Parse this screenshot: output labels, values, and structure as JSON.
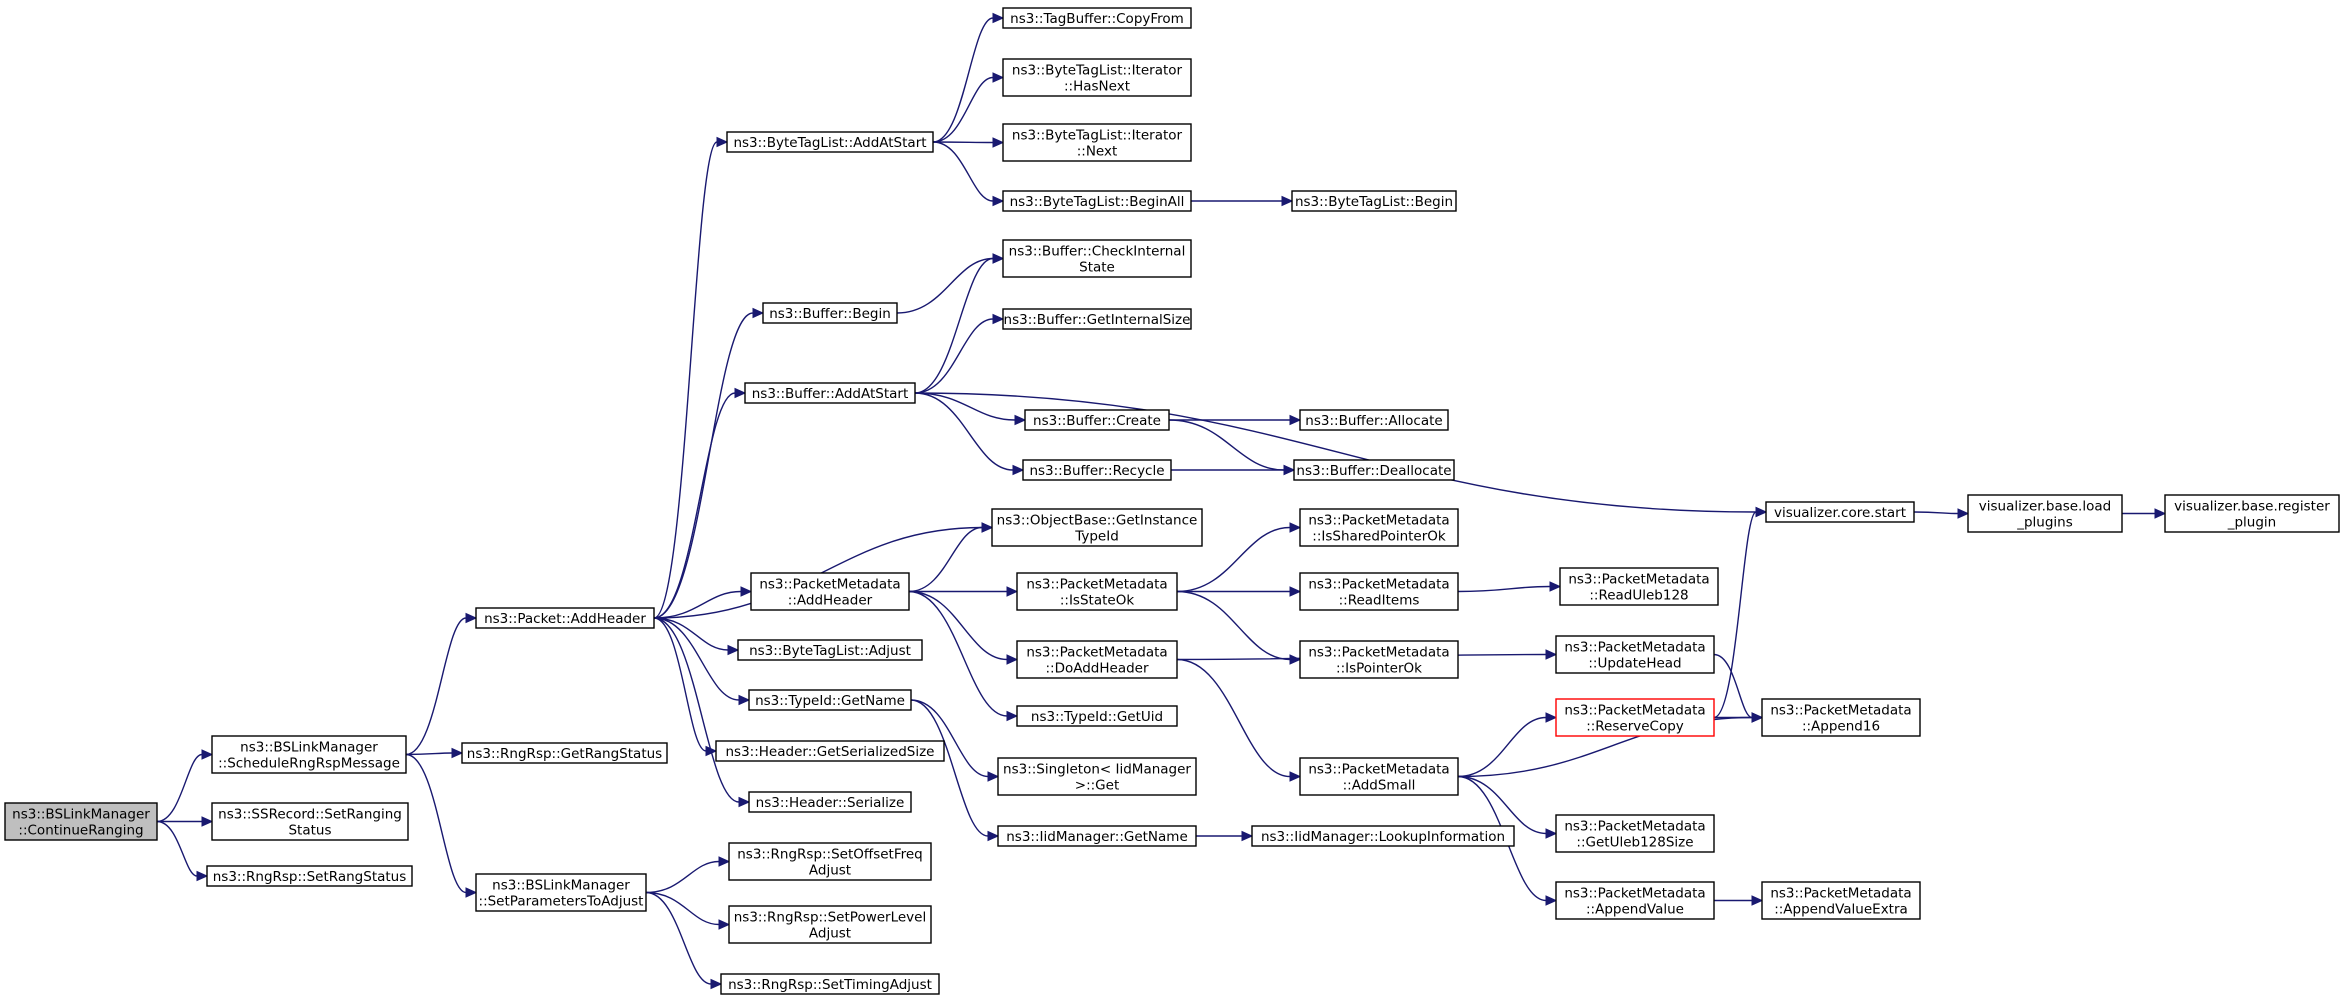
{
  "colors": {
    "edge": "#191970",
    "root_fill": "#bfbfbf",
    "node_border": "#000000",
    "highlight_border": "#ff0000"
  },
  "nodes": [
    {
      "id": "n0",
      "lines": [
        "ns3::BSLinkManager",
        "::ContinueRanging"
      ],
      "style": "root"
    },
    {
      "id": "n1",
      "lines": [
        "ns3::BSLinkManager",
        "::ScheduleRngRspMessage"
      ]
    },
    {
      "id": "n2",
      "lines": [
        "ns3::SSRecord::SetRanging",
        "Status"
      ]
    },
    {
      "id": "n3",
      "lines": [
        "ns3::RngRsp::SetRangStatus"
      ]
    },
    {
      "id": "n4",
      "lines": [
        "ns3::Packet::AddHeader"
      ]
    },
    {
      "id": "n5",
      "lines": [
        "ns3::RngRsp::GetRangStatus"
      ]
    },
    {
      "id": "n6",
      "lines": [
        "ns3::BSLinkManager",
        "::SetParametersToAdjust"
      ]
    },
    {
      "id": "n7",
      "lines": [
        "ns3::ByteTagList::AddAtStart"
      ]
    },
    {
      "id": "n8",
      "lines": [
        "ns3::Buffer::Begin"
      ]
    },
    {
      "id": "n9",
      "lines": [
        "ns3::Buffer::AddAtStart"
      ]
    },
    {
      "id": "n10",
      "lines": [
        "ns3::PacketMetadata",
        "::AddHeader"
      ]
    },
    {
      "id": "n11",
      "lines": [
        "ns3::ByteTagList::Adjust"
      ]
    },
    {
      "id": "n12",
      "lines": [
        "ns3::TypeId::GetName"
      ]
    },
    {
      "id": "n13",
      "lines": [
        "ns3::Header::GetSerializedSize"
      ]
    },
    {
      "id": "n14",
      "lines": [
        "ns3::Header::Serialize"
      ]
    },
    {
      "id": "n15",
      "lines": [
        "ns3::ObjectBase::GetInstance",
        "TypeId"
      ]
    },
    {
      "id": "n16",
      "lines": [
        "ns3::RngRsp::SetOffsetFreq",
        "Adjust"
      ]
    },
    {
      "id": "n17",
      "lines": [
        "ns3::RngRsp::SetPowerLevel",
        "Adjust"
      ]
    },
    {
      "id": "n18",
      "lines": [
        "ns3::RngRsp::SetTimingAdjust"
      ]
    },
    {
      "id": "n19",
      "lines": [
        "ns3::TagBuffer::CopyFrom"
      ]
    },
    {
      "id": "n20",
      "lines": [
        "ns3::ByteTagList::Iterator",
        "::HasNext"
      ]
    },
    {
      "id": "n21",
      "lines": [
        "ns3::ByteTagList::Iterator",
        "::Next"
      ]
    },
    {
      "id": "n22",
      "lines": [
        "ns3::ByteTagList::BeginAll"
      ]
    },
    {
      "id": "n23",
      "lines": [
        "ns3::Buffer::CheckInternal",
        "State"
      ]
    },
    {
      "id": "n24",
      "lines": [
        "ns3::Buffer::GetInternalSize"
      ]
    },
    {
      "id": "n25",
      "lines": [
        "ns3::Buffer::Create"
      ]
    },
    {
      "id": "n26",
      "lines": [
        "ns3::Buffer::Recycle"
      ]
    },
    {
      "id": "n27",
      "lines": [
        "visualizer.core.start"
      ]
    },
    {
      "id": "n28",
      "lines": [
        "ns3::PacketMetadata",
        "::IsStateOk"
      ]
    },
    {
      "id": "n29",
      "lines": [
        "ns3::PacketMetadata",
        "::DoAddHeader"
      ]
    },
    {
      "id": "n30",
      "lines": [
        "ns3::TypeId::GetUid"
      ]
    },
    {
      "id": "n31",
      "lines": [
        "ns3::Singleton< IidManager",
        ">::Get"
      ]
    },
    {
      "id": "n32",
      "lines": [
        "ns3::IidManager::GetName"
      ]
    },
    {
      "id": "n33",
      "lines": [
        "ns3::ByteTagList::Begin"
      ]
    },
    {
      "id": "n34",
      "lines": [
        "ns3::Buffer::Allocate"
      ]
    },
    {
      "id": "n35",
      "lines": [
        "ns3::Buffer::Deallocate"
      ]
    },
    {
      "id": "n36",
      "lines": [
        "visualizer.base.load",
        "_plugins"
      ]
    },
    {
      "id": "n37",
      "lines": [
        "visualizer.base.register",
        "_plugin"
      ]
    },
    {
      "id": "n38",
      "lines": [
        "ns3::PacketMetadata",
        "::IsSharedPointerOk"
      ]
    },
    {
      "id": "n39",
      "lines": [
        "ns3::PacketMetadata",
        "::ReadItems"
      ]
    },
    {
      "id": "n40",
      "lines": [
        "ns3::PacketMetadata",
        "::IsPointerOk"
      ]
    },
    {
      "id": "n41",
      "lines": [
        "ns3::PacketMetadata",
        "::ReadUleb128"
      ]
    },
    {
      "id": "n42",
      "lines": [
        "ns3::PacketMetadata",
        "::AddSmall"
      ]
    },
    {
      "id": "n43",
      "lines": [
        "ns3::IidManager::LookupInformation"
      ]
    },
    {
      "id": "n44",
      "lines": [
        "ns3::PacketMetadata",
        "::UpdateHead"
      ]
    },
    {
      "id": "n45",
      "lines": [
        "ns3::PacketMetadata",
        "::ReserveCopy"
      ],
      "style": "red"
    },
    {
      "id": "n46",
      "lines": [
        "ns3::PacketMetadata",
        "::Append16"
      ]
    },
    {
      "id": "n47",
      "lines": [
        "ns3::PacketMetadata",
        "::GetUleb128Size"
      ]
    },
    {
      "id": "n48",
      "lines": [
        "ns3::PacketMetadata",
        "::AppendValue"
      ]
    },
    {
      "id": "n49",
      "lines": [
        "ns3::PacketMetadata",
        "::AppendValueExtra"
      ]
    }
  ],
  "edges": [
    [
      "n0",
      "n1"
    ],
    [
      "n0",
      "n2"
    ],
    [
      "n0",
      "n3"
    ],
    [
      "n1",
      "n4"
    ],
    [
      "n1",
      "n5"
    ],
    [
      "n1",
      "n6"
    ],
    [
      "n4",
      "n7"
    ],
    [
      "n4",
      "n8"
    ],
    [
      "n4",
      "n9"
    ],
    [
      "n4",
      "n15"
    ],
    [
      "n4",
      "n10"
    ],
    [
      "n4",
      "n11"
    ],
    [
      "n4",
      "n12"
    ],
    [
      "n4",
      "n13"
    ],
    [
      "n4",
      "n14"
    ],
    [
      "n6",
      "n16"
    ],
    [
      "n6",
      "n17"
    ],
    [
      "n6",
      "n18"
    ],
    [
      "n7",
      "n19"
    ],
    [
      "n7",
      "n20"
    ],
    [
      "n7",
      "n21"
    ],
    [
      "n7",
      "n22"
    ],
    [
      "n8",
      "n23"
    ],
    [
      "n9",
      "n23"
    ],
    [
      "n9",
      "n24"
    ],
    [
      "n9",
      "n27"
    ],
    [
      "n9",
      "n25"
    ],
    [
      "n9",
      "n26"
    ],
    [
      "n10",
      "n15"
    ],
    [
      "n10",
      "n28"
    ],
    [
      "n10",
      "n29"
    ],
    [
      "n10",
      "n30"
    ],
    [
      "n12",
      "n31"
    ],
    [
      "n12",
      "n32"
    ],
    [
      "n22",
      "n33"
    ],
    [
      "n25",
      "n34"
    ],
    [
      "n25",
      "n35"
    ],
    [
      "n26",
      "n35"
    ],
    [
      "n27",
      "n36"
    ],
    [
      "n36",
      "n37"
    ],
    [
      "n28",
      "n38"
    ],
    [
      "n28",
      "n39"
    ],
    [
      "n28",
      "n40"
    ],
    [
      "n39",
      "n41"
    ],
    [
      "n29",
      "n44"
    ],
    [
      "n29",
      "n42"
    ],
    [
      "n32",
      "n43"
    ],
    [
      "n42",
      "n45"
    ],
    [
      "n42",
      "n46"
    ],
    [
      "n42",
      "n47"
    ],
    [
      "n42",
      "n48"
    ],
    [
      "n44",
      "n46"
    ],
    [
      "n45",
      "n46"
    ],
    [
      "n45",
      "n27"
    ],
    [
      "n48",
      "n49"
    ]
  ]
}
